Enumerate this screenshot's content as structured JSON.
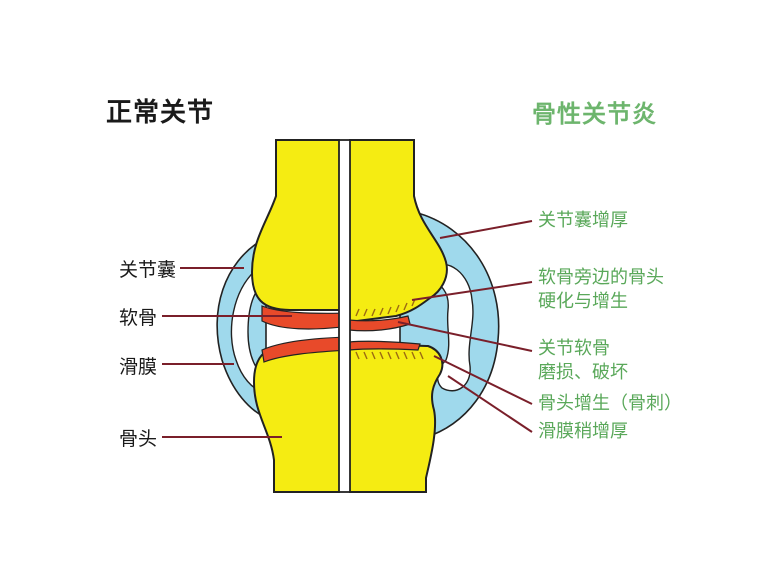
{
  "titles": {
    "normal": "正常关节",
    "oa": "骨性关节炎"
  },
  "left_labels": {
    "capsule": "关节囊",
    "cartilage": "软骨",
    "synovium": "滑膜",
    "bone": "骨头"
  },
  "right_labels": {
    "capsule_thicken": "关节囊增厚",
    "bone_sclerosis_line1": "软骨旁边的骨头",
    "bone_sclerosis_line2": "硬化与增生",
    "cartilage_wear_line1": "关节软骨",
    "cartilage_wear_line2": "磨损、破坏",
    "osteophyte": "骨头增生（骨刺）",
    "synovium_thicken": "滑膜稍增厚"
  },
  "colors": {
    "bone": "#f5ec12",
    "capsule": "#9fd9ec",
    "cartilage": "#e84a2a",
    "synovium": "#ffffff",
    "leader": "#7a1f2a",
    "title_oa": "#6db56d"
  }
}
